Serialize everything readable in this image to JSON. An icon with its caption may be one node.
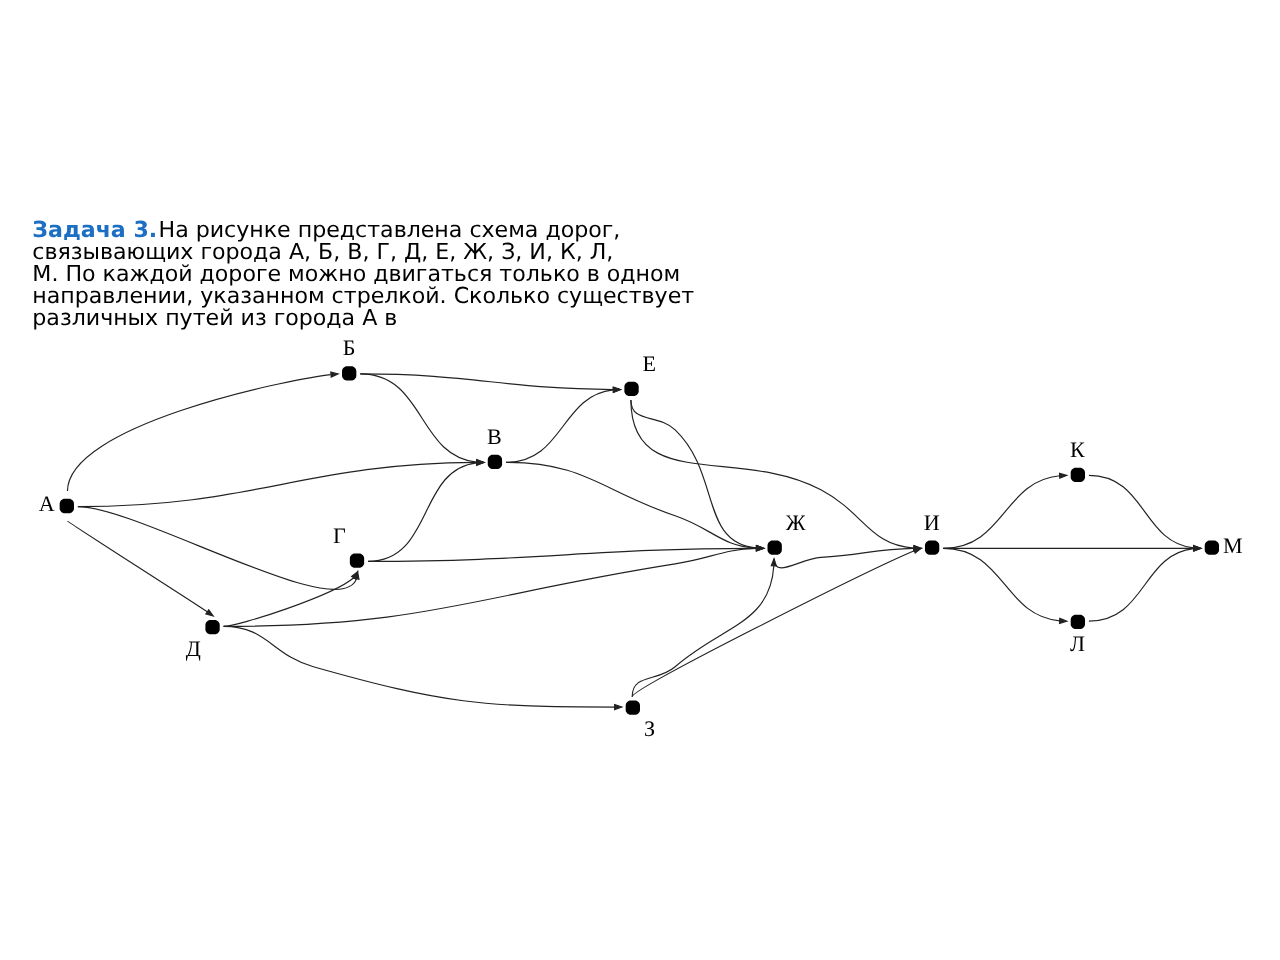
{
  "diagram": {
    "title": "Задача 3.",
    "caption": "На рисунке представлена схема дорог, связывающих города А, Б, В, Г, Д, Е, Ж, З, И, К, Л, М. По каждой дороге можно двигаться только в одном направлении, указанном стрелкой. Сколько существует различных путей из города А в",
    "nodes": [
      {
        "text": [],
        "shape": "circle",
        "beside": [
          "А"
        ]
      },
      {
        "text": [],
        "shape": "circle",
        "beside": [
          "Б"
        ]
      },
      {
        "text": [],
        "shape": "circle",
        "beside": [
          "В"
        ]
      },
      {
        "text": [],
        "shape": "circle",
        "beside": [
          "Г"
        ]
      },
      {
        "text": [],
        "shape": "circle",
        "beside": [
          "Д"
        ]
      },
      {
        "text": [],
        "shape": "circle",
        "beside": [
          "Е"
        ]
      },
      {
        "text": [],
        "shape": "circle",
        "beside": [
          "Ж"
        ]
      },
      {
        "text": [],
        "shape": "circle",
        "beside": [
          "З"
        ]
      },
      {
        "text": [],
        "shape": "circle",
        "beside": [
          "И"
        ]
      },
      {
        "text": [],
        "shape": "circle",
        "beside": [
          "К"
        ]
      },
      {
        "text": [],
        "shape": "circle",
        "beside": [
          "Л"
        ]
      },
      {
        "text": [],
        "shape": "circle",
        "beside": [
          "М"
        ]
      }
    ],
    "edges": [
      {
        "from": 0,
        "to": 1,
        "arrow": "to"
      },
      {
        "from": 0,
        "to": 2,
        "arrow": "to"
      },
      {
        "from": 0,
        "to": 3,
        "arrow": "to"
      },
      {
        "from": 0,
        "to": 4,
        "arrow": "to"
      },
      {
        "from": 1,
        "to": 5,
        "arrow": "to"
      },
      {
        "from": 1,
        "to": 2,
        "arrow": "to"
      },
      {
        "from": 2,
        "to": 5,
        "arrow": "to"
      },
      {
        "from": 2,
        "to": 6,
        "arrow": "to"
      },
      {
        "from": 3,
        "to": 2,
        "arrow": "to"
      },
      {
        "from": 3,
        "to": 6,
        "arrow": "to"
      },
      {
        "from": 4,
        "to": 3,
        "arrow": "to"
      },
      {
        "from": 4,
        "to": 6,
        "arrow": "to"
      },
      {
        "from": 4,
        "to": 7,
        "arrow": "to"
      },
      {
        "from": 5,
        "to": 6,
        "arrow": "to"
      },
      {
        "from": 5,
        "to": 8,
        "arrow": "to"
      },
      {
        "from": 7,
        "to": 6,
        "arrow": "to"
      },
      {
        "from": 7,
        "to": 8,
        "arrow": "to"
      },
      {
        "from": 6,
        "to": 8,
        "arrow": "to"
      },
      {
        "from": 8,
        "to": 9,
        "arrow": "to"
      },
      {
        "from": 8,
        "to": 11,
        "arrow": "to"
      },
      {
        "from": 8,
        "to": 10,
        "arrow": "to"
      },
      {
        "from": 9,
        "to": 11,
        "arrow": "to"
      },
      {
        "from": 10,
        "to": 11,
        "arrow": "to"
      }
    ]
  }
}
